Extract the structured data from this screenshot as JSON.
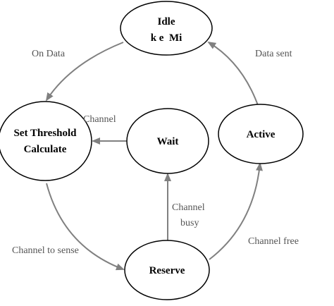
{
  "nodes": {
    "idle": {
      "line1": "Idle",
      "line2": "k e  Mi"
    },
    "set_threshold": {
      "line1": "Set Threshold",
      "line2": "Calculate"
    },
    "wait": {
      "line1": "Wait"
    },
    "active": {
      "line1": "Active"
    },
    "reserve": {
      "line1": "Reserve"
    }
  },
  "edges": {
    "idle_to_set_threshold": "On Data",
    "active_to_idle": "Data sent",
    "wait_to_set_threshold": "Channel",
    "reserve_to_wait_line1": "Channel",
    "reserve_to_wait_line2": "busy",
    "set_threshold_to_reserve": "Channel to sense",
    "reserve_to_active": "Channel free"
  },
  "colors": {
    "background": "#000000",
    "canvas": "#ffffff",
    "edge": "#808080",
    "node_stroke": "#000000"
  }
}
